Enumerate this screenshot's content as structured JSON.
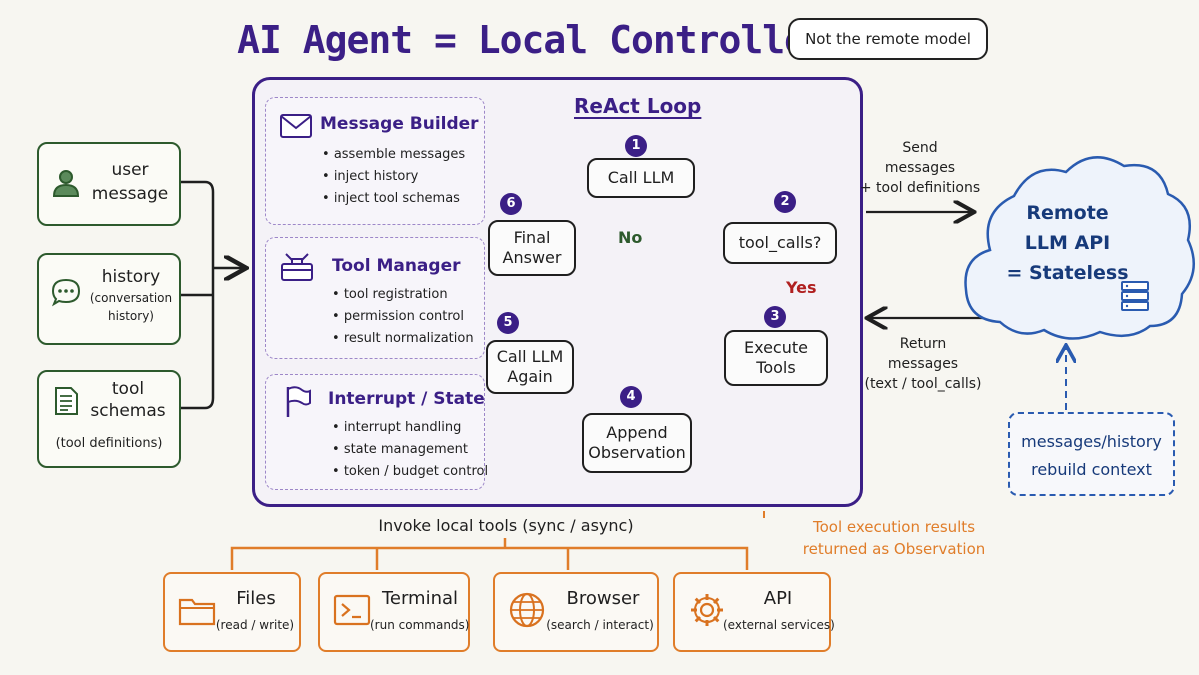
{
  "title": "AI Agent = Local Controller",
  "note_bubble": "Not the remote model",
  "inputs": [
    {
      "icon": "user-icon",
      "line1": "user",
      "line2": "message",
      "sub": ""
    },
    {
      "icon": "chat-icon",
      "line1": "history",
      "line2": "(conversation",
      "sub": "history)"
    },
    {
      "icon": "document-icon",
      "line1": "tool",
      "line2": "schemas",
      "sub": "(tool definitions)"
    }
  ],
  "modules": [
    {
      "icon": "envelope-icon",
      "title": "Message Builder",
      "items": [
        "assemble messages",
        "inject history",
        "inject tool schemas"
      ]
    },
    {
      "icon": "toolbox-icon",
      "title": "Tool Manager",
      "items": [
        "tool registration",
        "permission control",
        "result normalization"
      ]
    },
    {
      "icon": "flag-icon",
      "title": "Interrupt / State",
      "items": [
        "interrupt handling",
        "state management",
        "token / budget control"
      ]
    }
  ],
  "react": {
    "title": "ReAct Loop",
    "steps": [
      {
        "num": "1",
        "label": "Call LLM"
      },
      {
        "num": "2",
        "label": "tool_calls?"
      },
      {
        "num": "3",
        "line1": "Execute",
        "line2": "Tools"
      },
      {
        "num": "4",
        "line1": "Append",
        "line2": "Observation"
      },
      {
        "num": "5",
        "line1": "Call LLM",
        "line2": "Again"
      },
      {
        "num": "6",
        "line1": "Final",
        "line2": "Answer"
      }
    ],
    "no_label": "No",
    "yes_label": "Yes"
  },
  "send": {
    "line1": "Send",
    "line2": "messages",
    "line3": "+ tool definitions"
  },
  "return": {
    "line1": "Return",
    "line2": "messages",
    "line3": "(text / tool_calls)"
  },
  "remote": {
    "line1": "Remote",
    "line2": "LLM API",
    "line3": "= Stateless"
  },
  "context_box": {
    "line1": "messages/history",
    "line2": "rebuild context"
  },
  "observation_note": {
    "line1": "Tool execution results",
    "line2": "returned as Observation"
  },
  "invoke_label": "Invoke local tools (sync / async)",
  "tools": [
    {
      "icon": "folder-icon",
      "name": "Files",
      "sub": "(read / write)"
    },
    {
      "icon": "terminal-icon",
      "name": "Terminal",
      "sub": "(run commands)"
    },
    {
      "icon": "globe-icon",
      "name": "Browser",
      "sub": "(search / interact)"
    },
    {
      "icon": "gear-icon",
      "name": "API",
      "sub": "(external services)"
    }
  ],
  "colors": {
    "purple": "#3b1f86",
    "green": "#2d5a2d",
    "orange": "#e07d2a",
    "blue": "#2a5bb0"
  }
}
